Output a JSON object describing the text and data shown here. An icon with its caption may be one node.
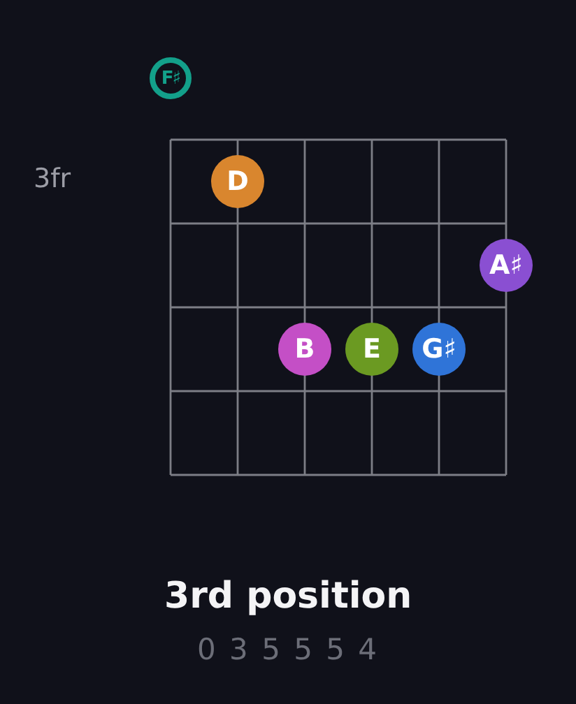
{
  "diagram": {
    "caption": "3rd position",
    "nodes": [
      {
        "text": [
          "F♯"
        ]
      },
      {
        "text": [
          "D"
        ]
      },
      {
        "text": [
          "A♯"
        ]
      },
      {
        "text": [
          "B"
        ]
      },
      {
        "text": [
          "E"
        ]
      },
      {
        "text": [
          "G♯"
        ]
      }
    ],
    "labels": [
      "3fr",
      "0 3 5 5 5 4"
    ]
  }
}
